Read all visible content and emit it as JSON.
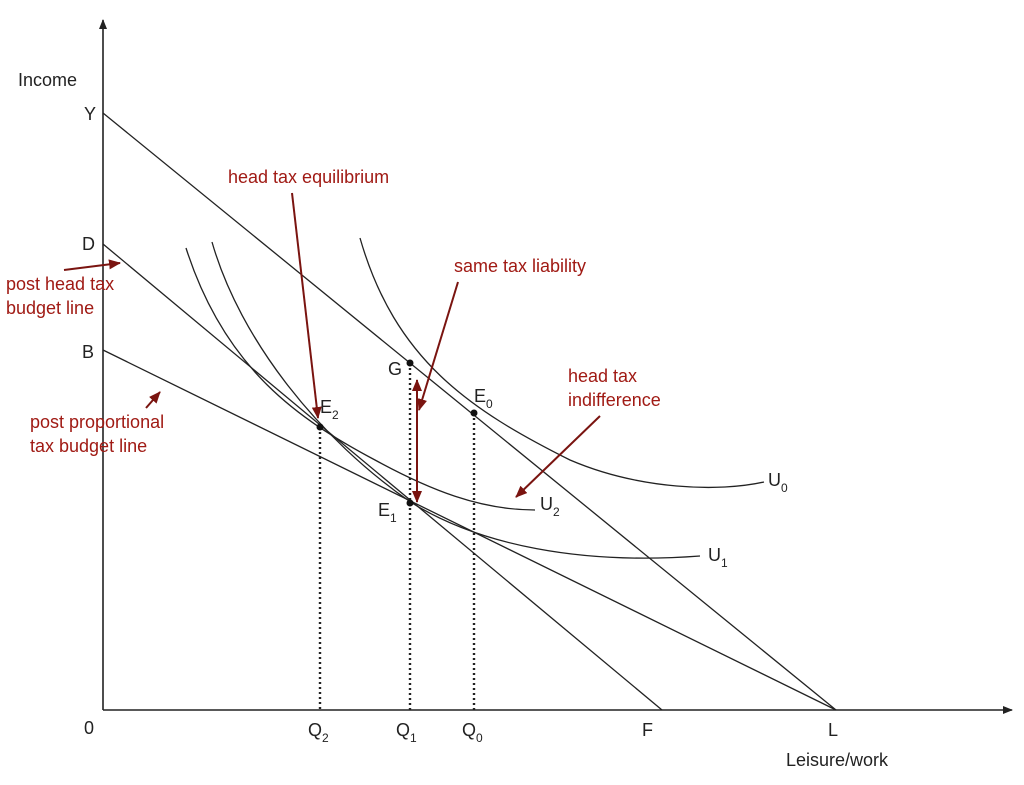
{
  "axes": {
    "y_label": "Income",
    "x_label": "Leisure/work",
    "origin_label": "0"
  },
  "points": {
    "Y": "Y",
    "D": "D",
    "B": "B",
    "G": "G",
    "E0": {
      "letter": "E",
      "sub": "0"
    },
    "E1": {
      "letter": "E",
      "sub": "1"
    },
    "E2": {
      "letter": "E",
      "sub": "2"
    },
    "F": "F",
    "L": "L"
  },
  "x_ticks": {
    "Q2": {
      "letter": "Q",
      "sub": "2"
    },
    "Q1": {
      "letter": "Q",
      "sub": "1"
    },
    "Q0": {
      "letter": "Q",
      "sub": "0"
    }
  },
  "curves": {
    "U0": {
      "letter": "U",
      "sub": "0"
    },
    "U1": {
      "letter": "U",
      "sub": "1"
    },
    "U2": {
      "letter": "U",
      "sub": "2"
    }
  },
  "annotations": {
    "head_tax_equilibrium": "head tax equilibrium",
    "same_tax_liability": "same tax liability",
    "head_tax_indifference": [
      "head tax",
      "indifference"
    ],
    "post_head_tax_budget_line": [
      "post head tax",
      "budget line"
    ],
    "post_proportional_tax_budget_line": [
      "post proportional",
      "tax budget line"
    ]
  },
  "colors": {
    "ink": "#222222",
    "annotation": "#a01a14",
    "arrow": "#7a1410"
  }
}
